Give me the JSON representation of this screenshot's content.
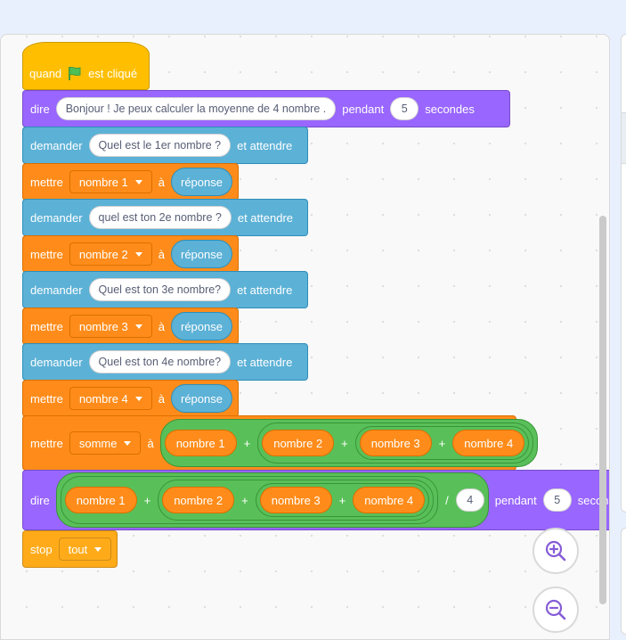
{
  "script": {
    "hat": {
      "label_when": "quand",
      "label_clicked": "est cliqué",
      "icon": "green-flag-icon"
    },
    "say1": {
      "label": "dire",
      "message": "Bonjour ! Je peux calculer la moyenne de 4 nombre .",
      "for_label": "pendant",
      "secs": "5",
      "secs_label": "secondes"
    },
    "ask1": {
      "label": "demander",
      "question": "Quel est le 1er nombre ?",
      "wait_label": "et attendre"
    },
    "set1": {
      "label": "mettre",
      "var": "nombre 1",
      "to": "à",
      "value": "réponse"
    },
    "ask2": {
      "label": "demander",
      "question": "quel est ton 2e nombre ?",
      "wait_label": "et attendre"
    },
    "set2": {
      "label": "mettre",
      "var": "nombre 2",
      "to": "à",
      "value": "réponse"
    },
    "ask3": {
      "label": "demander",
      "question": "Quel est ton 3e nombre?",
      "wait_label": "et attendre"
    },
    "set3": {
      "label": "mettre",
      "var": "nombre 3",
      "to": "à",
      "value": "réponse"
    },
    "ask4": {
      "label": "demander",
      "question": "Quel est ton 4e nombre?",
      "wait_label": "et attendre"
    },
    "set4": {
      "label": "mettre",
      "var": "nombre 4",
      "to": "à",
      "value": "réponse"
    },
    "setsum": {
      "label": "mettre",
      "var": "somme",
      "to": "à",
      "plus": "+",
      "terms": [
        "nombre 1",
        "nombre 2",
        "nombre 3",
        "nombre 4"
      ]
    },
    "say2": {
      "label": "dire",
      "plus": "+",
      "terms": [
        "nombre 1",
        "nombre 2",
        "nombre 3",
        "nombre 4"
      ],
      "divide": "/",
      "divisor": "4",
      "for_label": "pendant",
      "secs": "5",
      "secs_label": "secondes"
    },
    "stop": {
      "label": "stop",
      "option": "tout"
    }
  },
  "zoom": {
    "zoom_in_icon": "zoom-in-icon",
    "zoom_out_icon": "zoom-out-icon"
  },
  "colors": {
    "events": "#ffbf00",
    "looks": "#9966ff",
    "sensing": "#5cb1d6",
    "variables": "#ff8c1a",
    "operators": "#59c059",
    "control": "#ffab19"
  }
}
